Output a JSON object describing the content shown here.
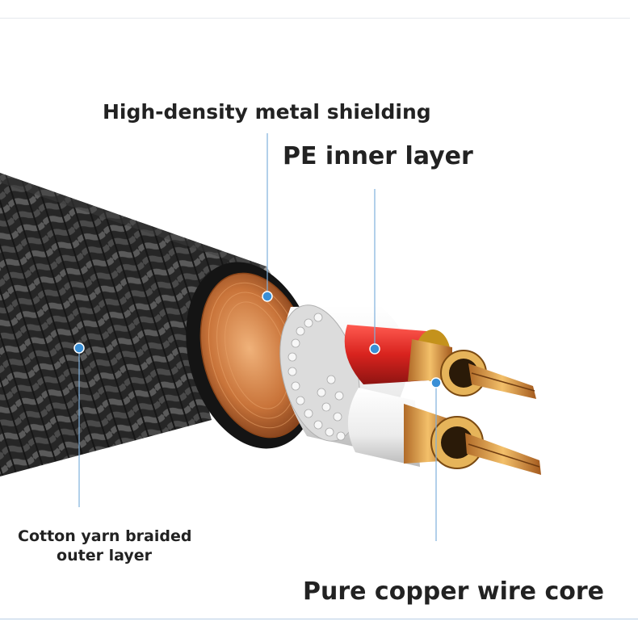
{
  "labels": {
    "shielding": "High-density metal shielding",
    "pe_layer": "PE inner layer",
    "cotton_line1": "Cotton yarn braided",
    "cotton_line2": "outer layer",
    "copper_core": "Pure copper wire core"
  },
  "colors": {
    "label_text": "#222222",
    "leader_line": "#7fb0dc",
    "leader_dot": "#3a8fd6",
    "braid_dark": "#2a2a2a",
    "copper": "#c9743a",
    "red_insulation": "#d8231e",
    "white_insulation": "#f2f2f2"
  },
  "icons": {
    "product": "braided-audio-cable-cross-section"
  }
}
